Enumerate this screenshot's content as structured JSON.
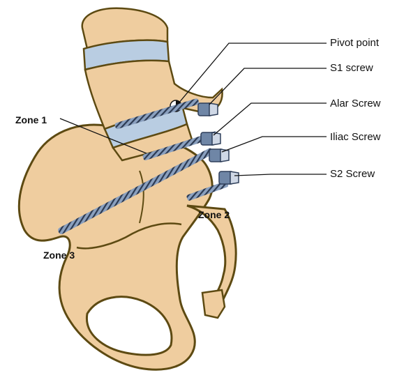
{
  "labels": {
    "pivot_point": "Pivot point",
    "s1_screw": "S1 screw",
    "alar_screw": "Alar Screw",
    "iliac_screw": "Iliac Screw",
    "s2_screw": "S2 Screw"
  },
  "zones": {
    "zone1": "Zone 1",
    "zone2": "Zone 2",
    "zone3": "Zone 3"
  },
  "colors": {
    "bone": "#efcd9f",
    "bone_outline": "#5d4a12",
    "disc": "#b9cde2",
    "screw": "#6f86a6",
    "screw_dark": "#2f3f5a",
    "leader": "#111111"
  }
}
